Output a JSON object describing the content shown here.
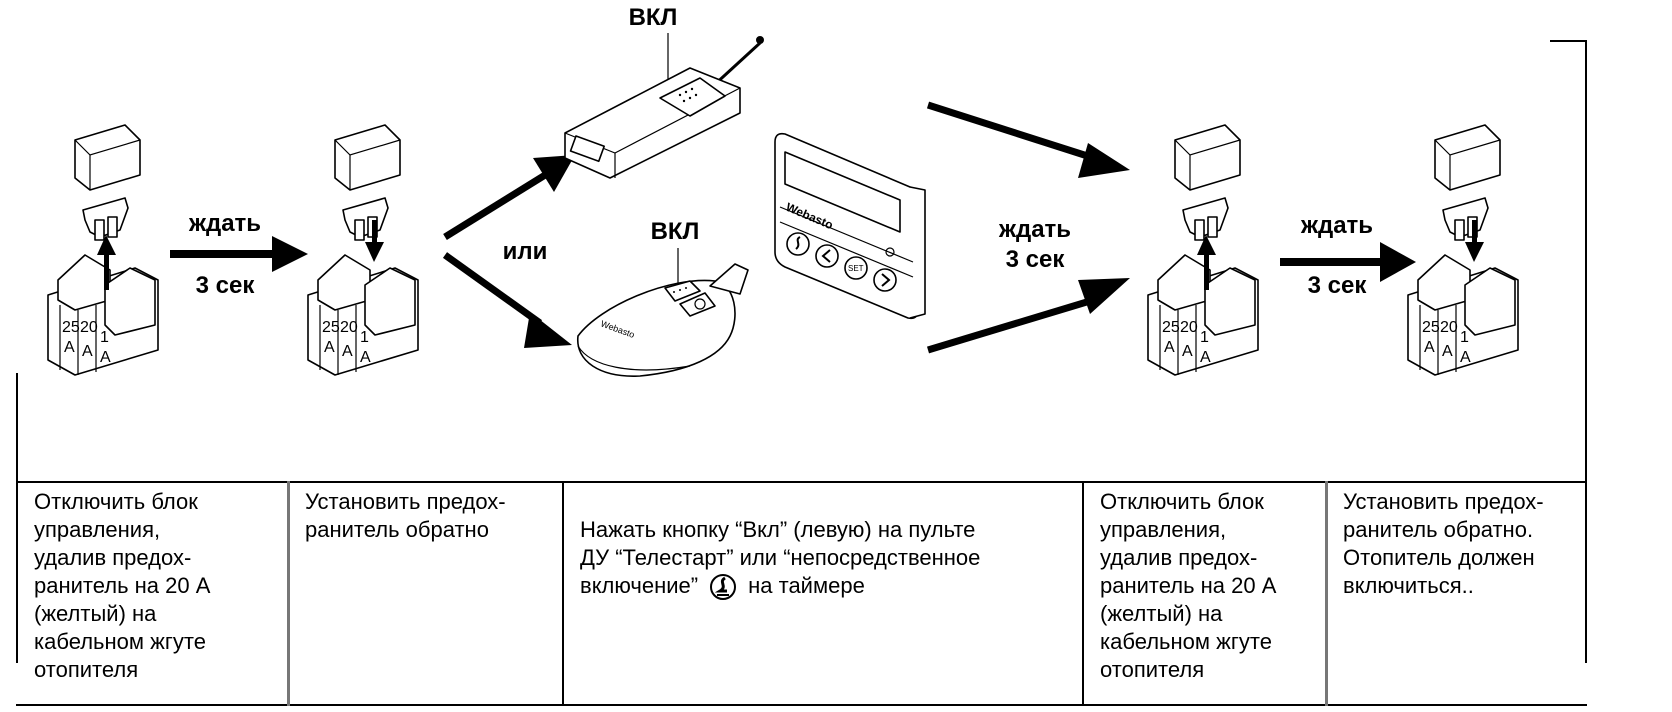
{
  "diagram": {
    "arrow_labels": {
      "wait_1_top": "ждать",
      "wait_1_bottom": "3 сек",
      "or": "или",
      "wait_2_top": "ждать",
      "wait_2_bottom": "3 сек",
      "wait_3_top": "ждать",
      "wait_3_bottom": "3 сек"
    },
    "device_labels": {
      "telestart_remote_button": "ВКЛ",
      "keyfob_button": "ВКЛ",
      "timer_brand": "Webasto",
      "timer_set_button": "SET"
    },
    "fuse_ratings": [
      "25",
      "20",
      "1"
    ],
    "fuse_unit": "A"
  },
  "steps": [
    {
      "text": "Отключить блок\nуправления,\nудалив предох-\nранитель на 20 А\n(желтый) на\nкабельном жгуте\nотопителя"
    },
    {
      "text": "Установить предох-\nранитель обратно"
    },
    {
      "text_line1": "Нажать кнопку “Вкл” (левую) на пульте\nДУ “Телестарт” или “непосредственное\nвключение”",
      "icon": "direct-start-icon",
      "text_line2": "на таймере"
    },
    {
      "text": "Отключить блок\nуправления,\nудалив предох-\nранитель на 20 А\n(желтый) на\nкабельном жгуте\nотопителя"
    },
    {
      "text": "Установить предох-\nранитель обратно.\nОтопитель должен\nвключиться.."
    }
  ]
}
